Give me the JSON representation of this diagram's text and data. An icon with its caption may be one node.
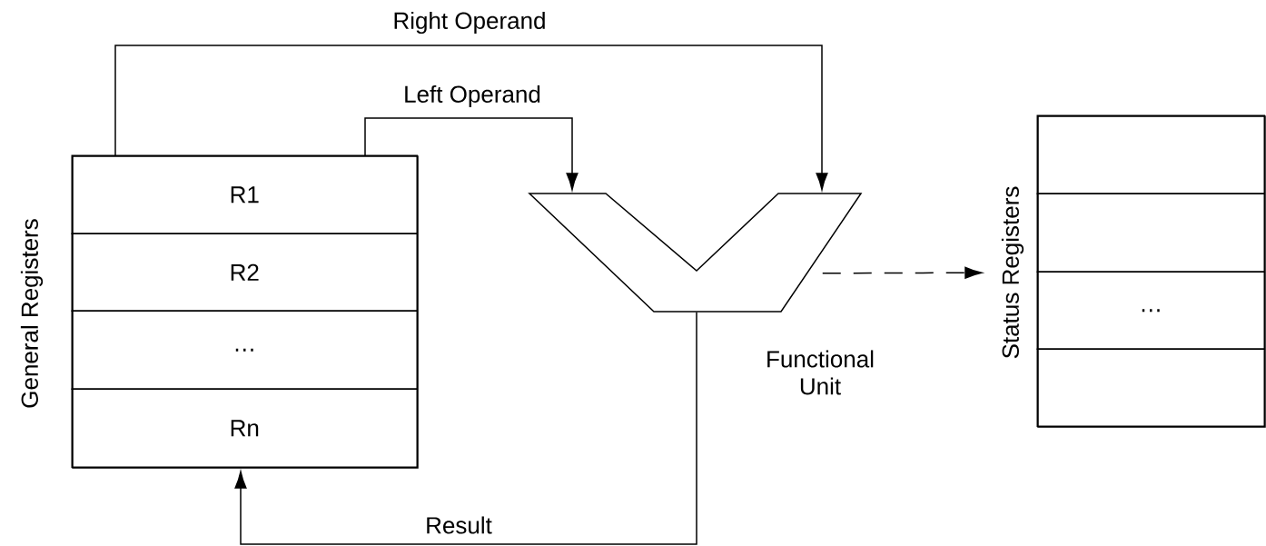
{
  "diagram": {
    "nodes": [
      {
        "text": [
          "General Registers"
        ]
      },
      {
        "text": [
          "R1"
        ],
        "in": 0
      },
      {
        "text": [
          "R2"
        ],
        "in": 0
      },
      {
        "text": [
          "…"
        ],
        "in": 0
      },
      {
        "text": [
          "Rn"
        ],
        "in": 0
      },
      {
        "text": [
          "Functional Unit"
        ]
      },
      {
        "text": [
          "Status Registers"
        ]
      },
      {
        "text": [],
        "shape": "box",
        "in": 6
      },
      {
        "text": [],
        "shape": "box",
        "in": 6
      },
      {
        "text": [
          "…"
        ],
        "in": 6
      },
      {
        "text": [],
        "shape": "box",
        "in": 6
      }
    ],
    "edges": [
      {
        "from": 0,
        "to": 5,
        "arrow": "to",
        "label": "Right Operand"
      },
      {
        "from": 0,
        "to": 5,
        "arrow": "to",
        "label": "Left Operand"
      },
      {
        "from": 5,
        "to": 0,
        "arrow": "to",
        "label": "Result"
      },
      {
        "from": 5,
        "to": 6,
        "arrow": "to",
        "style": "dashed"
      }
    ]
  }
}
